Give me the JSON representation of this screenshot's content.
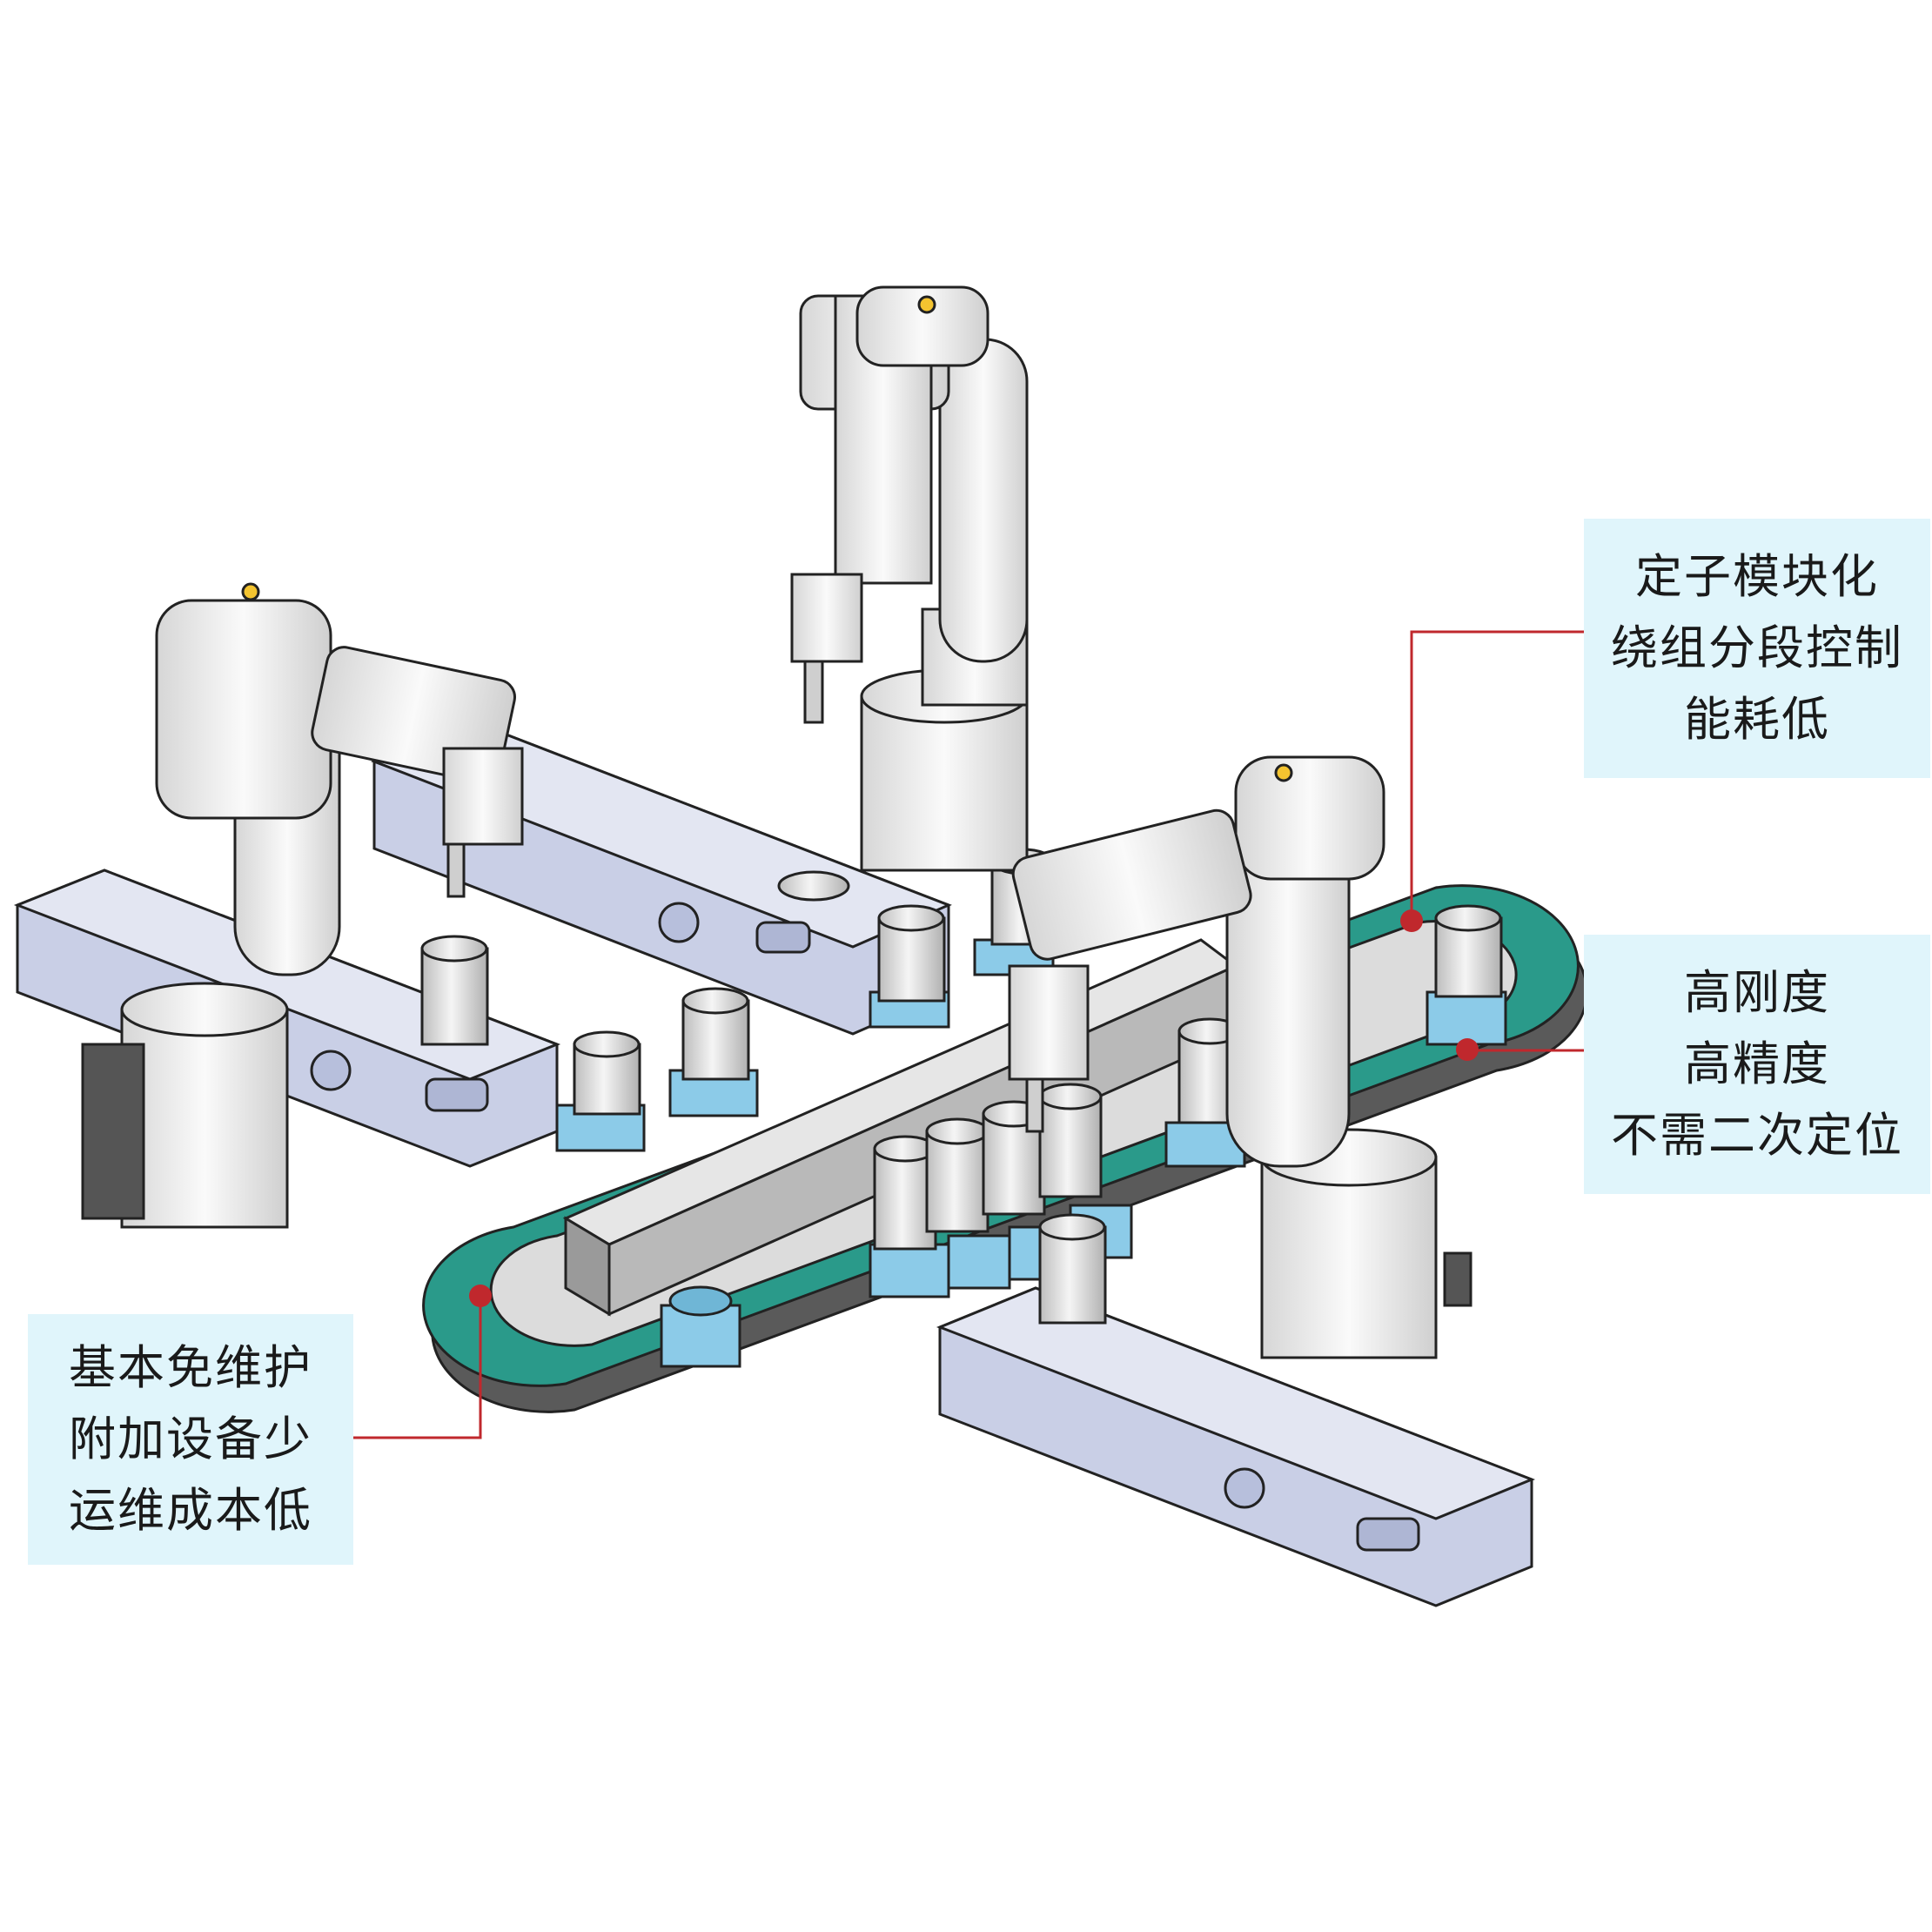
{
  "callouts": {
    "top": {
      "lines": [
        "定子模块化",
        "绕组分段控制",
        "能耗低"
      ]
    },
    "middle": {
      "lines": [
        "高刚度",
        "高精度",
        "不需二次定位"
      ]
    },
    "left": {
      "lines": [
        "基本免维护",
        "附加设备少",
        "运维成本低"
      ]
    }
  },
  "colors": {
    "callout_background": "#e0f5fb",
    "leader_line": "#c0282d",
    "track_green": "#2a9a8a",
    "mover_blue": "#8ccbe8",
    "conveyor_frame": "#c9cfe6",
    "robot_body": "#f2f2f2",
    "outline": "#222222"
  }
}
